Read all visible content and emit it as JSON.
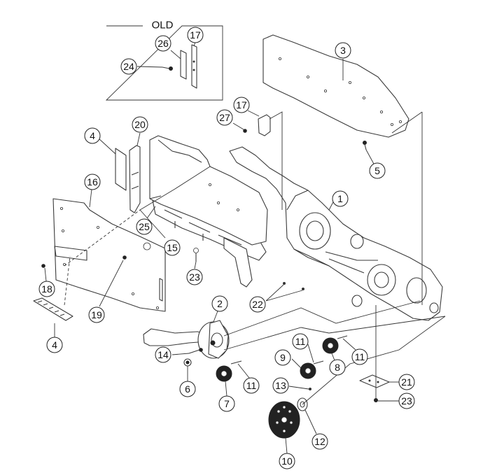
{
  "old_box": {
    "title": "OLD"
  },
  "callouts": {
    "c1": "1",
    "c2": "2",
    "c3": "3",
    "c4a": "4",
    "c4b": "4",
    "c5": "5",
    "c6": "6",
    "c7": "7",
    "c8": "8",
    "c9": "9",
    "c10": "10",
    "c11a": "11",
    "c11b": "11",
    "c11c": "11",
    "c12": "12",
    "c13": "13",
    "c14": "14",
    "c15": "15",
    "c16": "16",
    "c17a": "17",
    "c17b": "17",
    "c18": "18",
    "c19": "19",
    "c20": "20",
    "c21": "21",
    "c22": "22",
    "c23a": "23",
    "c23b": "23",
    "c24": "24",
    "c25": "25",
    "c26": "26",
    "c27": "27"
  }
}
